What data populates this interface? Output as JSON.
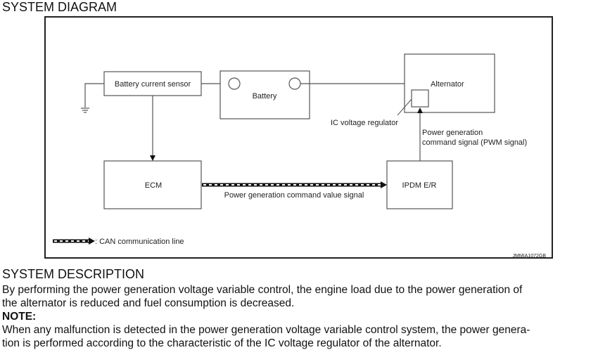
{
  "headings": {
    "diagram": "SYSTEM DIAGRAM",
    "description": "SYSTEM DESCRIPTION"
  },
  "diagram": {
    "components": {
      "battery_current_sensor": "Battery current sensor",
      "battery": "Battery",
      "alternator": "Alternator",
      "ic_voltage_regulator": "IC voltage regulator",
      "ecm": "ECM",
      "ipdm": "IPDM E/R"
    },
    "signals": {
      "pwm_line1": "Power generation",
      "pwm_line2": "command signal (PWM signal)",
      "can_signal": "Power generation command value signal"
    },
    "legend": {
      "can_line": ": CAN communication line"
    },
    "figure_code": "JMMIA1072GB",
    "icons": [
      "ground-symbol-icon",
      "battery-terminal-icon",
      "arrow-icon",
      "can-line-icon"
    ]
  },
  "description": {
    "para1_line1": "By performing the power generation voltage variable control, the engine load due to the power generation of",
    "para1_line2": "the alternator is reduced and fuel consumption is decreased.",
    "note_label": "NOTE:",
    "para2_line1": "When any malfunction is detected in the power generation voltage variable control system, the power genera-",
    "para2_line2": "tion is performed according to the characteristic of the IC voltage regulator of the alternator."
  }
}
